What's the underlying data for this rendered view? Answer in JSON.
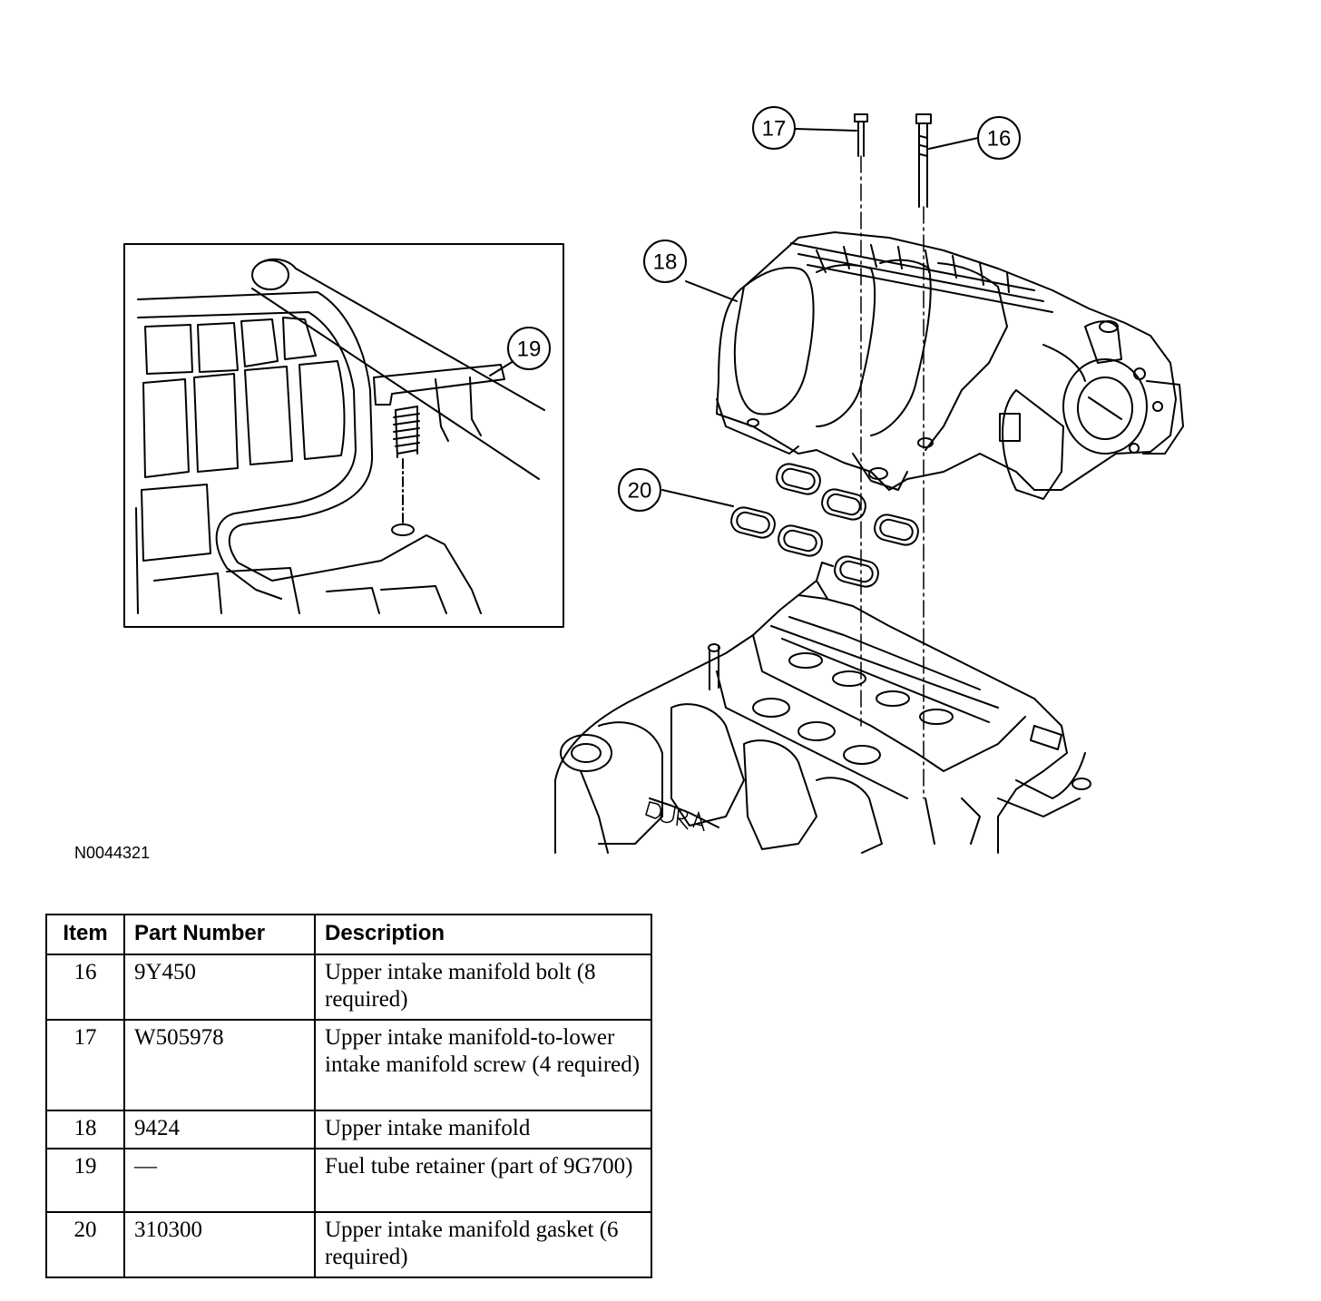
{
  "figure_id": "N0044321",
  "callouts": [
    {
      "id": "callout-16",
      "label": "16"
    },
    {
      "id": "callout-17",
      "label": "17"
    },
    {
      "id": "callout-18",
      "label": "18"
    },
    {
      "id": "callout-19",
      "label": "19"
    },
    {
      "id": "callout-20",
      "label": "20"
    }
  ],
  "table": {
    "headers": {
      "item": "Item",
      "part_number": "Part Number",
      "description": "Description"
    },
    "rows": [
      {
        "item": "16",
        "part_number": "9Y450",
        "description": "Upper intake manifold bolt (8 required)"
      },
      {
        "item": "17",
        "part_number": "W505978",
        "description": "Upper intake manifold-to-lower intake manifold screw (4 required)"
      },
      {
        "item": "18",
        "part_number": "9424",
        "description": "Upper intake manifold"
      },
      {
        "item": "19",
        "part_number": "—",
        "description": "Fuel tube retainer (part of 9G700)"
      },
      {
        "item": "20",
        "part_number": "310300",
        "description": "Upper intake manifold gasket (6 required)"
      }
    ]
  }
}
